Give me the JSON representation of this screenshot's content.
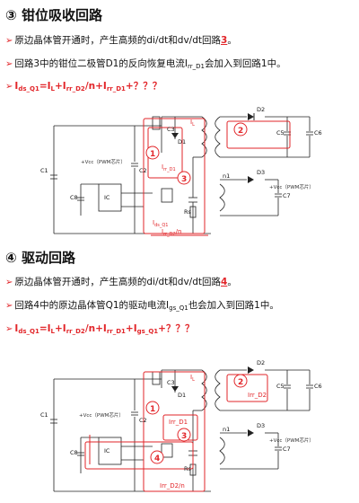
{
  "section1": {
    "number": "③",
    "title": "钳位吸收回路",
    "bullets": [
      {
        "pre": "原边晶体管开通时，产生高频的di/dt和dv/dt回路",
        "hl": "3",
        "post": "。"
      },
      {
        "pre": "回路3中的钳位二极管D1的反向恢复电流",
        "i": "I",
        "isub": "rr_D1",
        "post": "会加入到回路1中。"
      }
    ],
    "formula": {
      "p1": "I",
      "s1": "ds_Q1",
      "p2": "=I",
      "s2": "L",
      "p3": "+I",
      "s3": "rr_D2",
      "p4": "/n+I",
      "s4": "rr_D1",
      "p5": "+？？？"
    },
    "diagram": {
      "labels": {
        "c1": "C1",
        "c2": "C2",
        "c3": "C3",
        "c5": "C5",
        "c6": "C6",
        "c7": "C7",
        "c8": "C8",
        "d1": "D1",
        "d2": "D2",
        "d3": "D3",
        "ic": "IC",
        "n1": "n1",
        "rs": "Rs",
        "vcc": "+Vcc（PWM芯片）",
        "vcc2": "+Vcc（PWM芯片）",
        "il": "I",
        "il_sub": "L",
        "ird1": "I",
        "ird1_sub": "rr_D1",
        "iq": "I",
        "iq_sub": "ds_Q1",
        "ird2": "I",
        "ird2_sub": "rr_D2",
        "ird2_div": "/n"
      },
      "loops": [
        "1",
        "2",
        "3"
      ]
    }
  },
  "section2": {
    "number": "④",
    "title": "驱动回路",
    "bullets": [
      {
        "pre": "原边晶体管开通时，产生高频的di/dt和dv/dt回路",
        "hl": "4",
        "post": "。"
      },
      {
        "pre": "回路4中的原边晶体管Q1的驱动电流",
        "i": "I",
        "isub": "gs_Q1",
        "post": "也会加入到回路1中。"
      }
    ],
    "formula": {
      "p1": "I",
      "s1": "ds_Q1",
      "p2": "=I",
      "s2": "L",
      "p3": "+I",
      "s3": "rr_D2",
      "p4": "/n+I",
      "s4": "rr_D1",
      "p5": "+I",
      "s5": "gs_Q1",
      "p6": "+？？？"
    },
    "diagram": {
      "labels": {
        "c1": "C1",
        "c2": "C2",
        "c3": "C3",
        "c5": "C5",
        "c6": "C6",
        "c7": "C7",
        "c8": "C8",
        "d1": "D1",
        "d2": "D2",
        "d3": "D3",
        "ic": "IC",
        "n1": "n1",
        "rs": "Rs",
        "vcc": "+Vcc（PWM芯片）",
        "vcc2": "+Vcc（PWM芯片）",
        "il": "I",
        "il_sub": "L",
        "ird1_box": "Irr_D1",
        "ird2_box": "Irr_D2",
        "ird2_bottom": "Irr_D2/n"
      },
      "loops": [
        "1",
        "2",
        "3",
        "4"
      ]
    }
  }
}
